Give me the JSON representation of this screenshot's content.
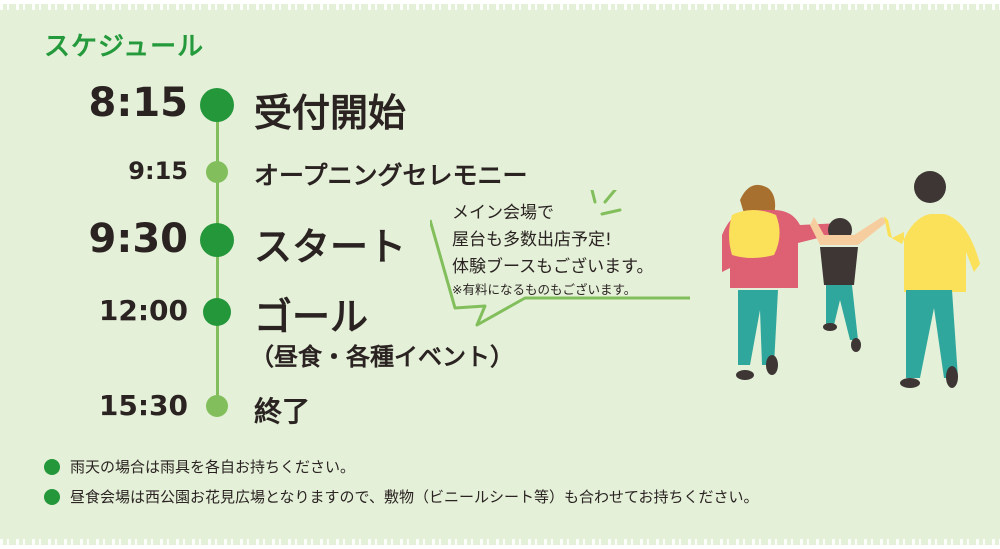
{
  "header": {
    "title": "スケジュール"
  },
  "colors": {
    "background": "#e4f0d8",
    "accent_dark_green": "#24973b",
    "accent_light_green": "#82bf5c",
    "text": "#2a2322"
  },
  "schedule": [
    {
      "time": "8:15",
      "event": "受付開始",
      "marker": "large-dark"
    },
    {
      "time": "9:15",
      "event": "オープニングセレモニー",
      "marker": "small-light"
    },
    {
      "time": "9:30",
      "event": "スタート",
      "marker": "large-dark"
    },
    {
      "time": "12:00",
      "event": "ゴール",
      "sub": "（昼食・各種イベント）",
      "marker": "medium-dark"
    },
    {
      "time": "15:30",
      "event": "終了",
      "marker": "small-light"
    }
  ],
  "bubble": {
    "lines": [
      "メイン会場で",
      "屋台も多数出店予定!",
      "体験ブースもございます。"
    ],
    "note": "※有料になるものもございます。"
  },
  "notes": [
    "雨天の場合は雨具を各自お持ちください。",
    "昼食会場は西公園お花見広場となりますので、敷物（ビニールシート等）も合わせてお持ちください。"
  ],
  "illustration": {
    "icon": "family-holding-hands-illustration"
  }
}
